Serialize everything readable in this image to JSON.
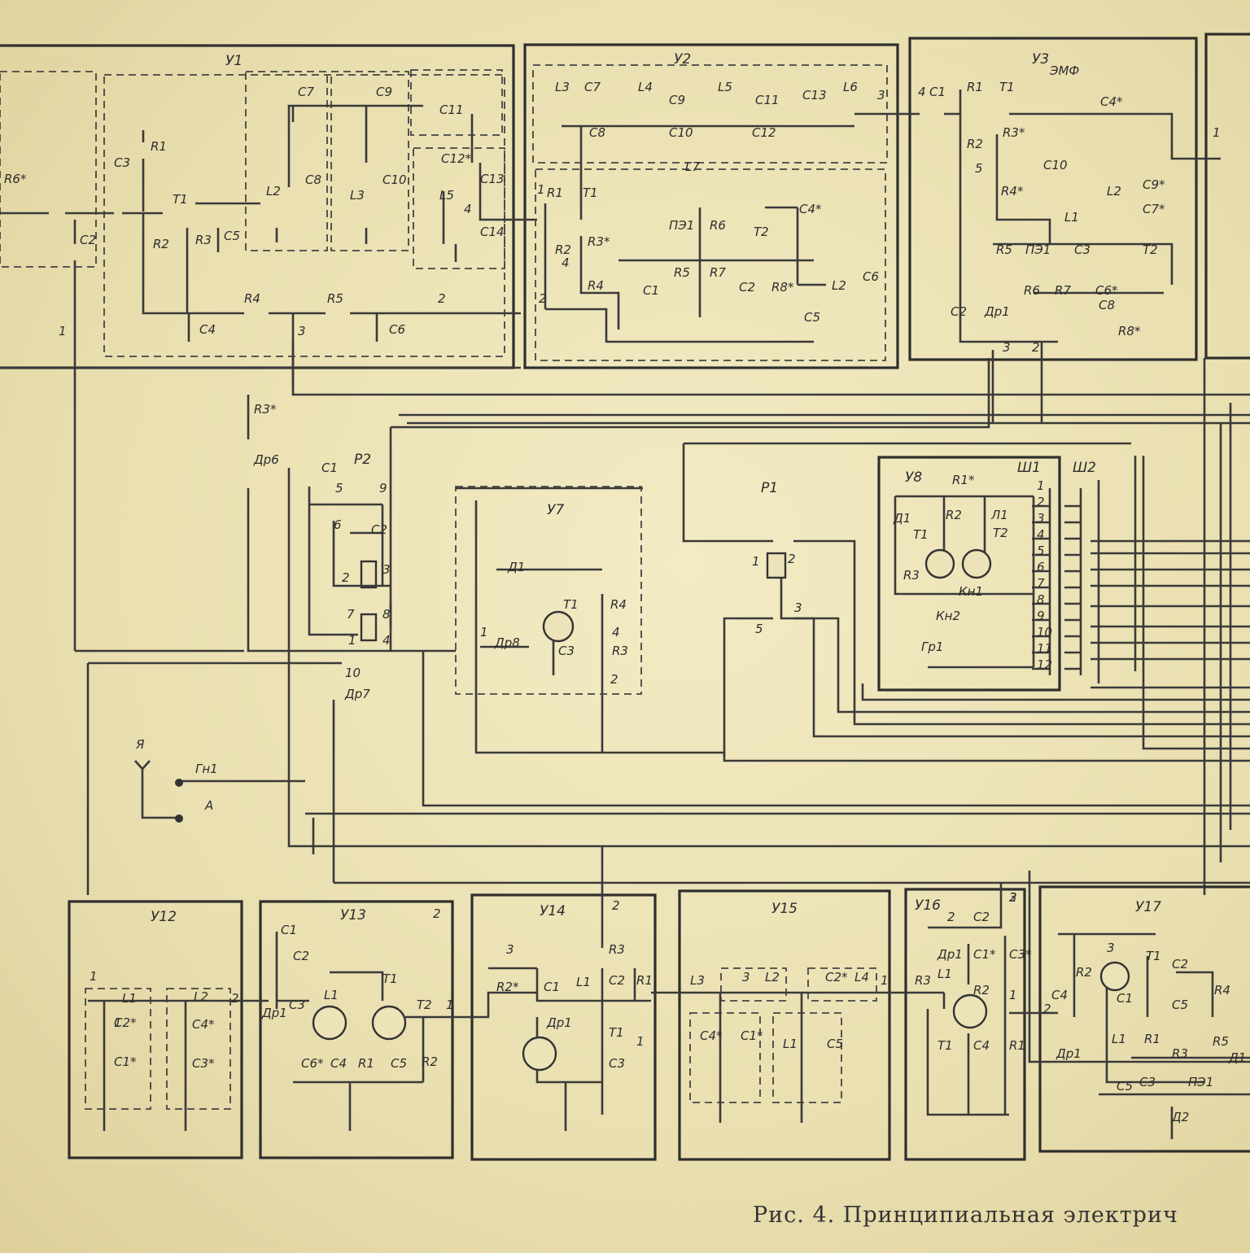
{
  "caption": "Рис. 4. Принципиальная электрич",
  "blocks": {
    "u1": "У1",
    "u2": "У2",
    "u3": "У3",
    "u7": "У7",
    "u8": "У8",
    "u12": "У12",
    "u13": "У13",
    "u14": "У14",
    "u15": "У15",
    "u16": "У16",
    "u17": "У17",
    "p1": "Р1",
    "p2": "Р2",
    "sh1": "Ш1",
    "sh2": "Ш2"
  },
  "labels": {
    "u1": [
      "R6*",
      "C3",
      "C2",
      "R1",
      "T1",
      "R2",
      "R3",
      "C5",
      "C4",
      "R4",
      "R5",
      "C6",
      "C7",
      "C9",
      "L2",
      "C8",
      "L3",
      "C10",
      "C11",
      "C12*",
      "C13",
      "L5",
      "C14",
      "1",
      "2",
      "3",
      "4"
    ],
    "u2": [
      "L3",
      "C7",
      "C8",
      "L4",
      "C9",
      "C10",
      "L5",
      "C11",
      "C12",
      "L6",
      "C13",
      "R1",
      "T1",
      "R2",
      "R3*",
      "R4",
      "L7",
      "C4*",
      "ПЭ1",
      "R6",
      "T2",
      "C1",
      "R5",
      "R7",
      "C2",
      "R8*",
      "L2",
      "C6",
      "C5",
      "1",
      "2",
      "3",
      "4"
    ],
    "u3": [
      "C1",
      "R1",
      "T1",
      "ЭМФ",
      "C4*",
      "R2",
      "R3*",
      "C10",
      "R4*",
      "L2",
      "C9*",
      "C7*",
      "L1",
      "R5",
      "ПЭ1",
      "C3",
      "T2",
      "Др1",
      "R6",
      "R7",
      "C6*",
      "C8",
      "C2",
      "R8*",
      "1",
      "2",
      "3",
      "4",
      "5"
    ],
    "mid": [
      "R3*",
      "Др6",
      "C1",
      "5",
      "9",
      "6",
      "C2",
      "2",
      "3",
      "7",
      "8",
      "1",
      "4",
      "10",
      "Др7",
      "Д1",
      "T1",
      "R4",
      "Др8",
      "C3",
      "R3",
      "1",
      "2",
      "4",
      "1",
      "2",
      "3",
      "5",
      "R1*",
      "R2",
      "Л1",
      "Д1",
      "T1",
      "T2",
      "R3",
      "Кн1",
      "Кн2",
      "Гр1",
      "1",
      "2",
      "3",
      "4",
      "5",
      "6",
      "7",
      "8",
      "9",
      "10",
      "11",
      "12"
    ],
    "sockets": [
      "Я",
      "Гн1",
      "А"
    ],
    "bottom": [
      "C2*",
      "C1*",
      "L1",
      "L2",
      "C4*",
      "C3*",
      "1",
      "2",
      "C1",
      "C2",
      "C3",
      "L1",
      "T1",
      "T2",
      "C6*",
      "C4",
      "R1",
      "C5",
      "R2",
      "Др1",
      "1",
      "2",
      "3",
      "C1",
      "L1",
      "C2",
      "R1",
      "R3",
      "Др1",
      "T1",
      "C3",
      "R2*",
      "1",
      "2",
      "3",
      "L2",
      "C2*",
      "L4",
      "C4*",
      "C1*",
      "L1",
      "C5",
      "L3",
      "1",
      "2",
      "C2",
      "Др1",
      "C1*",
      "L1",
      "C3*",
      "R2",
      "T1",
      "C4",
      "R1",
      "R3",
      "1",
      "2",
      "3",
      "T1",
      "R2",
      "C2",
      "C4",
      "C1",
      "C5",
      "R4",
      "L1",
      "R1",
      "R3",
      "R5",
      "Д1",
      "C5",
      "C3",
      "ПЭ1",
      "Д2",
      "Др1",
      "2",
      "3",
      "1"
    ]
  }
}
